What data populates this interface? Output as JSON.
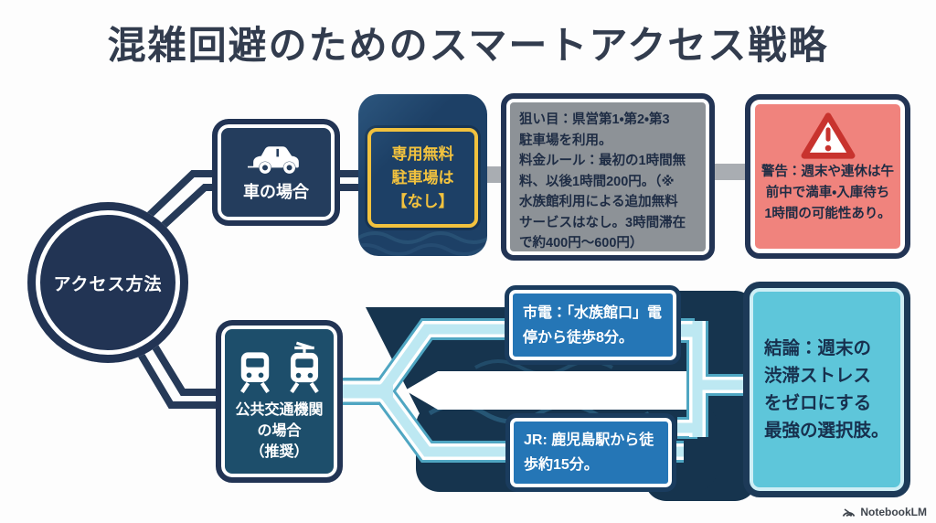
{
  "title": "混雑回避のためのスマートアクセス戦略",
  "root": {
    "label": "アクセス方法"
  },
  "car_branch": {
    "node_label": "車の場合",
    "parking_status": "専用無料\n駐車場は\n【なし】",
    "details": "狙い目：県営第1・第2・第3\n駐車場を利用。\n料金ルール：最初の1時間無\n料、以後1時間200円。（※\n水族館利用による追加無料\nサービスはなし。3時間滞在\nで約400円〜600円）",
    "warning": "警告：週末や連休は午\n前中で満車・入庫待ち\n1時間の可能性あり。"
  },
  "transit_branch": {
    "node_label": "公共交通機関\nの場合\n（推奨）",
    "tram_route": "市電：「水族館口」電\n停から徒歩8分。",
    "jr_route": "JR: 鹿児島駅から徒\n歩約15分。",
    "conclusion": "結論：週末の\n渋滞ストレス\nをゼロにする\n最強の選択肢。"
  },
  "footer": {
    "brand": "NotebookLM"
  },
  "colors": {
    "navy": "#223454",
    "node_fill": "#243d5d",
    "transit_fill": "#1d4e6b",
    "yellow": "#f2c23e",
    "gray": "#8d9297",
    "salmon": "#f0837d",
    "warning_red": "#c8332e",
    "route_blue": "#2576b6",
    "conclusion_cyan": "#5ec6da",
    "line_cyan": "#bde8f2",
    "blob": "#16344e"
  }
}
